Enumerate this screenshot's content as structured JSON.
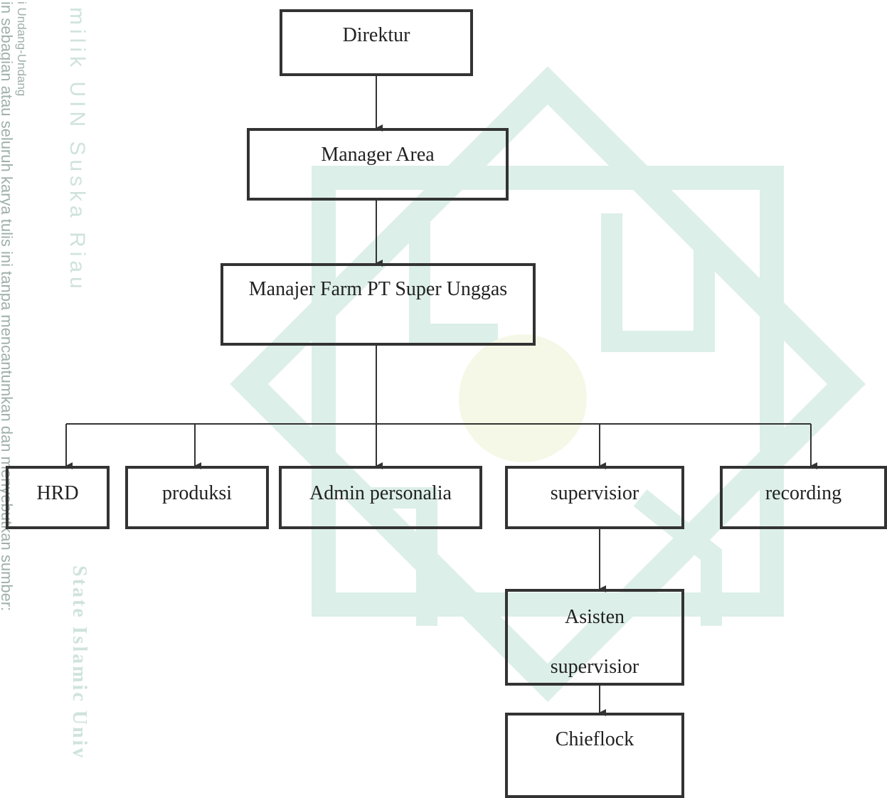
{
  "watermark": {
    "side_lines": [
      "i Undang-Undang",
      "in sebagian atau seluruh karya tulis ini tanpa mencantumkan dan menyebutkan sumber:"
    ],
    "institution_text": "milik UIN Suska Riau",
    "state_text": "State Islamic Univ",
    "seal_color": "#d9eee6"
  },
  "org_chart": {
    "direktur": "Direktur",
    "manager_area": "Manager Area",
    "manajer_farm": "Manajer Farm PT Super Unggas",
    "hrd": "HRD",
    "produksi": "produksi",
    "admin_personalia": "Admin personalia",
    "supervisior": "supervisior",
    "recording": "recording",
    "asisten_supervisior_line1": "Asisten",
    "asisten_supervisior_line2": "supervisior",
    "chieflock": "Chieflock"
  },
  "colors": {
    "box_border": "#333333",
    "line": "#333333",
    "text": "#222222"
  }
}
